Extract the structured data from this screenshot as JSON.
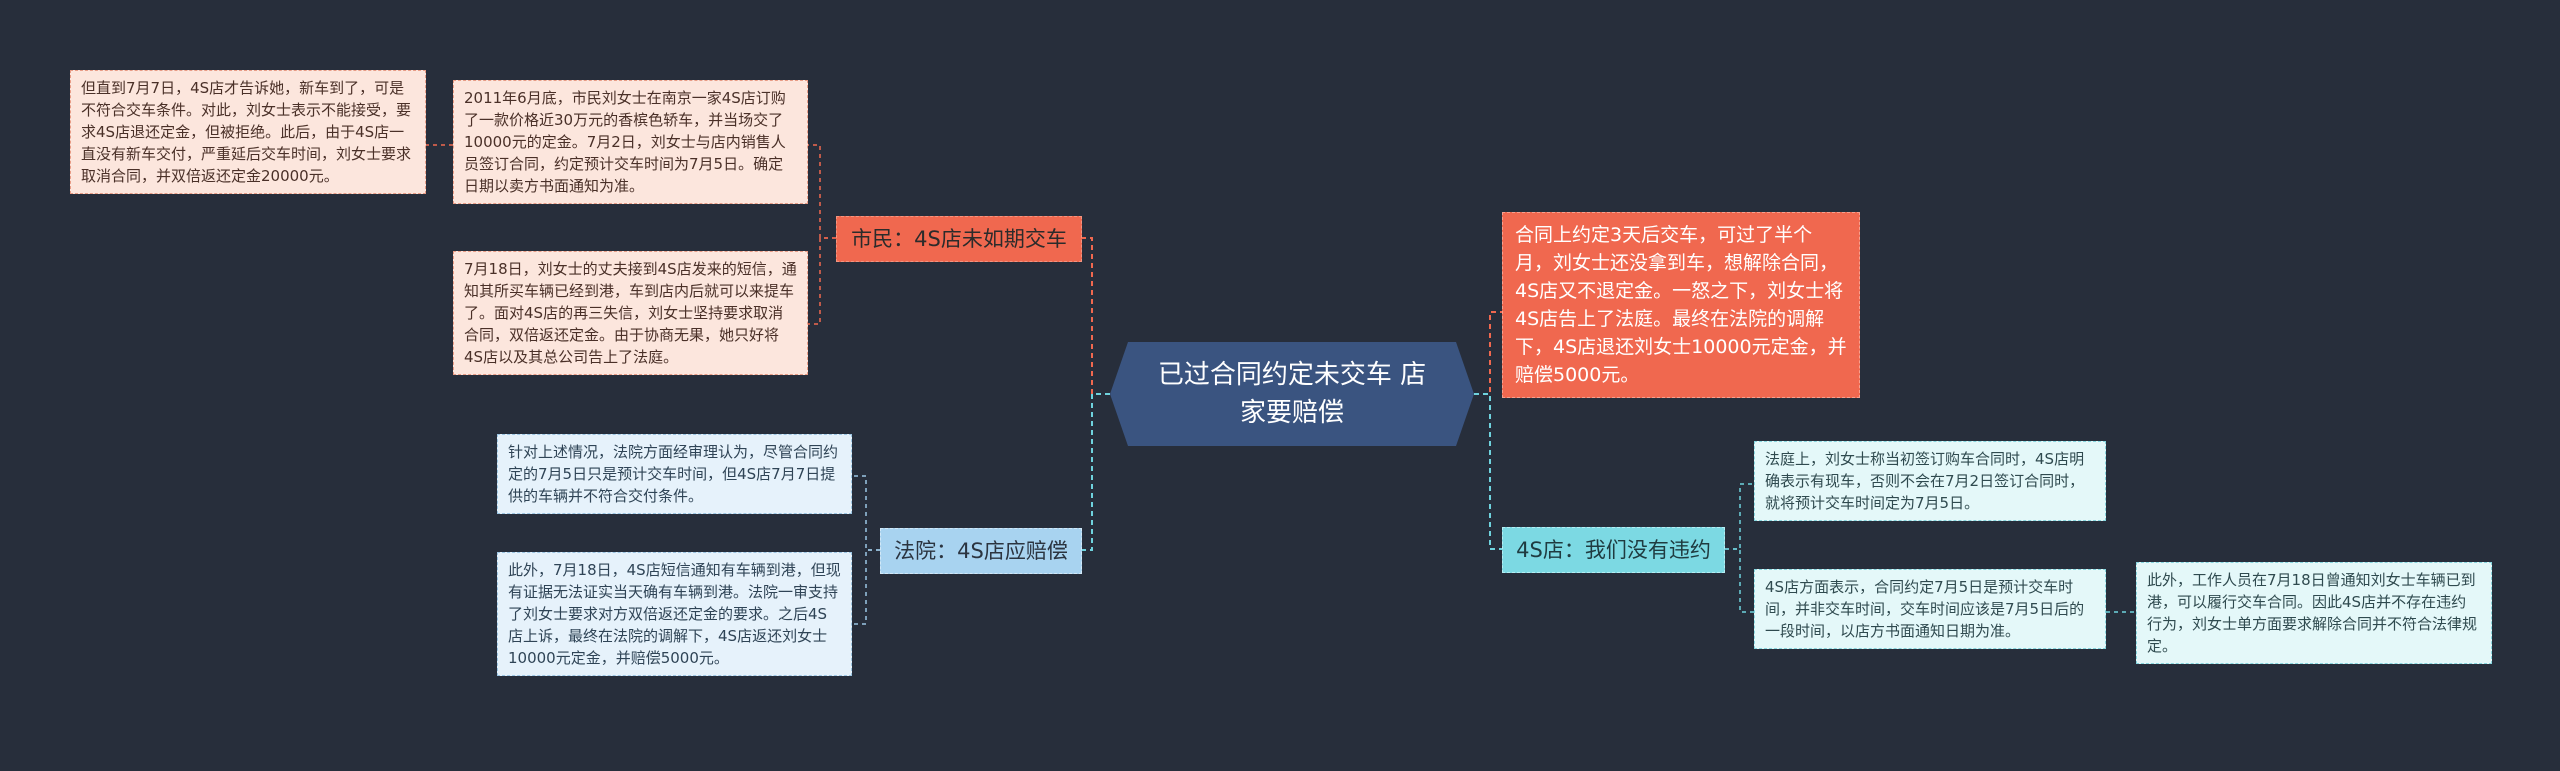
{
  "central": {
    "title": "已过合同约定未交车 店家要赔偿"
  },
  "branches": {
    "citizen": {
      "label": "市民：4S店未如期交车",
      "leaves": [
        "2011年6月底，市民刘女士在南京一家4S店订购了一款价格近30万元的香槟色轿车，并当场交了10000元的定金。7月2日，刘女士与店内销售人员签订合同，约定预计交车时间为7月5日。确定日期以卖方书面通知为准。",
        "7月18日，刘女士的丈夫接到4S店发来的短信，通知其所买车辆已经到港，车到店内后就可以来提车了。面对4S店的再三失信，刘女士坚持要求取消合同，双倍返还定金。由于协商无果，她只好将4S店以及其总公司告上了法庭。"
      ],
      "sub_leaf": "但直到7月7日，4S店才告诉她，新车到了，可是不符合交车条件。对此，刘女士表示不能接受，要求4S店退还定金，但被拒绝。此后，由于4S店一直没有新车交付，严重延后交车时间，刘女士要求取消合同，并双倍返还定金20000元。"
    },
    "court": {
      "label": "法院：4S店应赔偿",
      "leaves": [
        "针对上述情况，法院方面经审理认为，尽管合同约定的7月5日只是预计交车时间，但4S店7月7日提供的车辆并不符合交付条件。",
        "此外，7月18日，4S店短信通知有车辆到港，但现有证据无法证实当天确有车辆到港。法院一审支持了刘女士要求对方双倍返还定金的要求。之后4S店上诉，最终在法院的调解下，4S店返还刘女士10000元定金，并赔偿5000元。"
      ]
    },
    "outcome": {
      "text": "合同上约定3天后交车，可过了半个月，刘女士还没拿到车，想解除合同，4S店又不退定金。一怒之下，刘女士将4S店告上了法庭。最终在法院的调解下，4S店退还刘女士10000元定金，并赔偿5000元。"
    },
    "dealer": {
      "label": "4S店：我们没有违约",
      "leaves": [
        "法庭上，刘女士称当初签订购车合同时，4S店明确表示有现车，否则不会在7月2日签订合同时，就将预计交车时间定为7月5日。",
        "4S店方面表示，合同约定7月5日是预计交车时间，并非交车时间，交车时间应该是7月5日后的一段时间，以店方书面通知日期为准。"
      ],
      "sub_leaf": "此外，工作人员在7月18日曾通知刘女士车辆已到港，可以履行交车合同。因此4S店并不存在违约行为，刘女士单方面要求解除合同并不符合法律规定。"
    }
  },
  "colors": {
    "background": "#272e3b",
    "central": "#3a5480",
    "red_branch": "#f0684f",
    "red_leaf": "#fce6dd",
    "blue_branch": "#a8d3f0",
    "blue_leaf": "#e6f2fb",
    "cyan_branch": "#7cd9e3",
    "cyan_leaf": "#e4f8f9"
  }
}
